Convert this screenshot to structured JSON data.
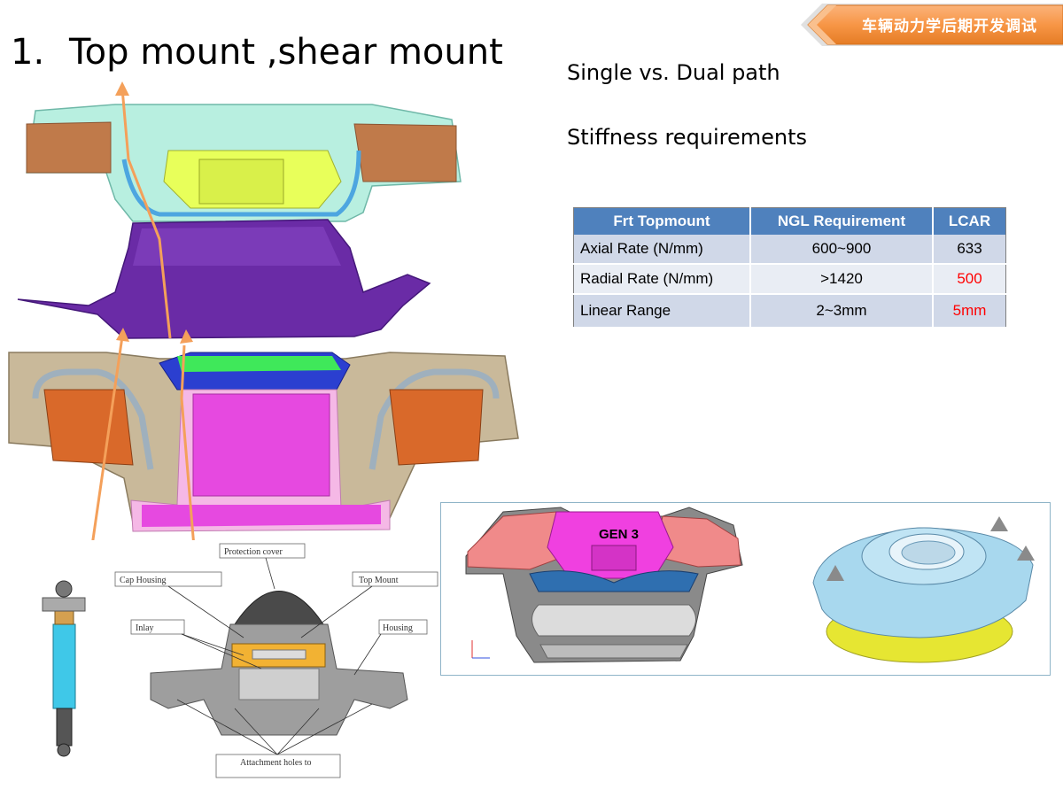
{
  "title": {
    "number": "1.",
    "text": "Top mount ,shear mount"
  },
  "banner": {
    "text": "车辆动力学后期开发调试"
  },
  "side_text": {
    "line1": "Single vs. Dual path",
    "line2": "Stiffness requirements"
  },
  "table": {
    "headers": [
      "Frt Topmount",
      "NGL Requirement",
      "LCAR"
    ],
    "rows": [
      [
        "Axial Rate (N/mm)",
        "600~900",
        "633"
      ],
      [
        "Radial Rate (N/mm)",
        ">1420",
        "500"
      ],
      [
        "Linear Range",
        "2~3mm",
        "5mm"
      ]
    ],
    "highlight_color": "#ff0000",
    "header_color": "#4f81bd"
  },
  "drawing_labels": {
    "protection_cover": "Protection cover",
    "cap_housing": "Cap Housing",
    "top_mount": "Top Mount",
    "inlay": "Inlay",
    "housing": "Housing",
    "attachment_holes": "Attachment holes to"
  },
  "gen3": {
    "label": "GEN 3"
  },
  "colors": {
    "banner_orange": "#f79646",
    "arrow_orange": "#f4a05a"
  }
}
